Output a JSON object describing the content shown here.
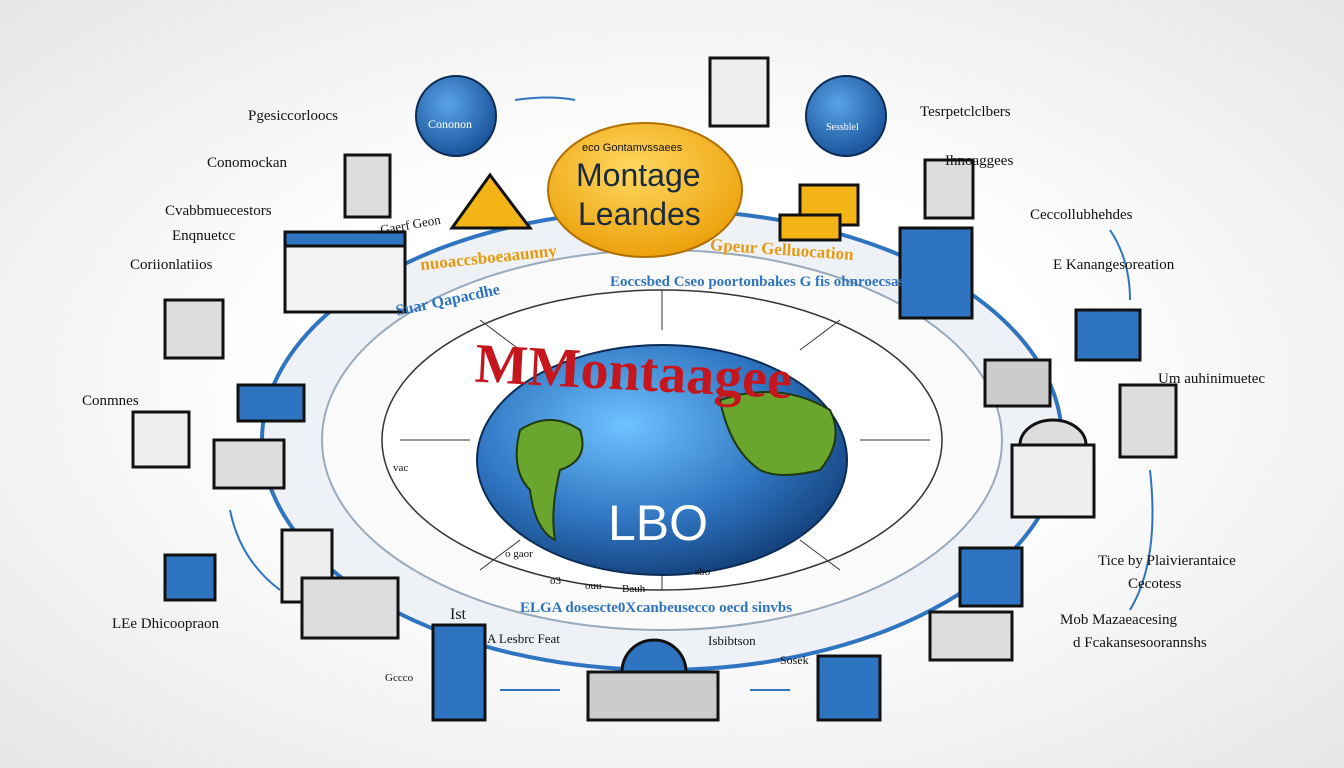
{
  "center": {
    "badge_small": "eco Gontamvssaees",
    "badge_line1": "Montage",
    "badge_line2": "Leandes",
    "globe_title": "MMontaagee",
    "globe_label": "LBO",
    "left_circle": "Cononon",
    "right_circle": "Sessblel"
  },
  "ring_texts": {
    "outer_orange_left": "nuoaccsboeaaunny",
    "outer_orange_right": "Gpeur Gelluocation",
    "inner_blue": "Eoccsbed Cseo poortonbakes G fis ohnroecsasion",
    "inner_blue_left": "Suar Qapacdhe",
    "bottom_blue": "ELGA dosescte0Xcanbeusecco oecd sinvbs",
    "top_left_black": "Gaerf Geon",
    "inner_cells": [
      "o gaor",
      "o3",
      "ouu",
      "Bauh",
      "sbo",
      "vac"
    ]
  },
  "labels_left": [
    "Pgesiccorloocs",
    "Conomockan",
    "Cvabbmuecestors",
    "Enqnuetcc",
    "Coriionlatiios",
    "Conmnes",
    "LEe Dhicoopraon"
  ],
  "labels_right": [
    "Tesrpetclclbers",
    "Ihnoaggees",
    "Ceccollubhehdes",
    "E Kanangesoreation",
    "Um auhinimuetec",
    "Tice by Plaivierantaice",
    "Cecotess",
    "Mob Mazaeacesing",
    "d Fcakansesoorannshs"
  ],
  "labels_bottom": [
    "Ist",
    "A Lesbrc Feat",
    "Isbibtson",
    "Sosek",
    "Gccco"
  ],
  "colors": {
    "blue": "#2f74c0",
    "yellow": "#f3b418",
    "red": "#c4161c",
    "green": "#6aa52e",
    "dark": "#1c2b3a"
  }
}
